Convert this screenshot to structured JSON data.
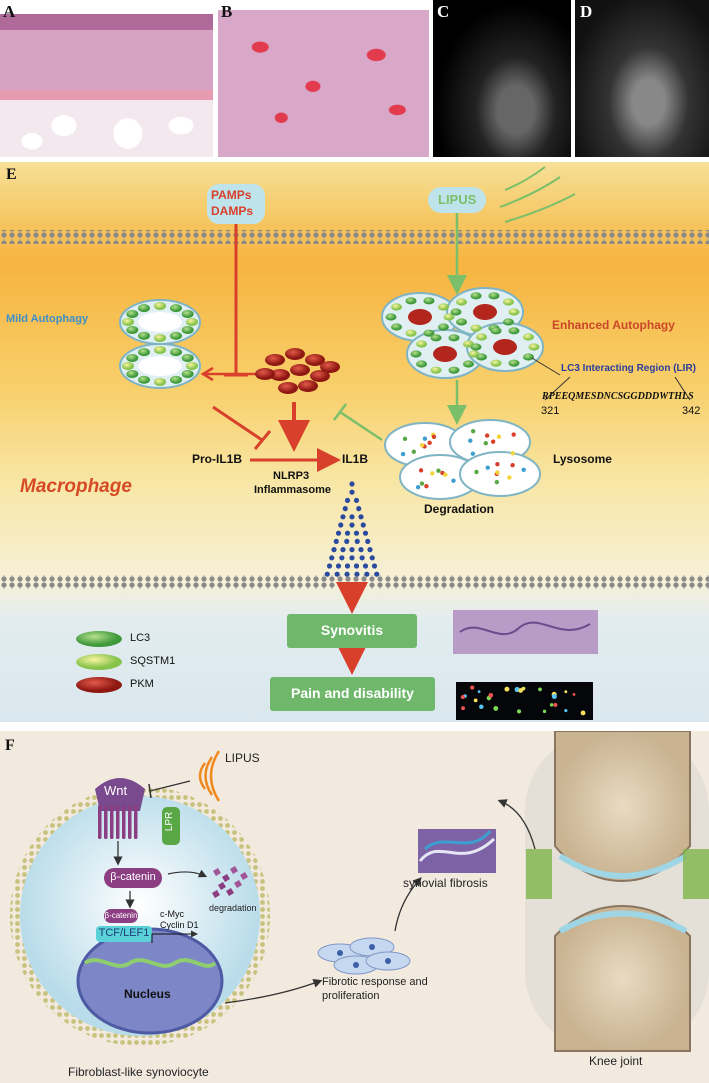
{
  "panels": {
    "a": "A",
    "b": "B",
    "c": "C",
    "d": "D",
    "e": "E",
    "f": "F"
  },
  "e": {
    "pamps": "PAMPs",
    "damps": "DAMPs",
    "lipus": "LIPUS",
    "mild_autophagy": "Mild Autophagy",
    "enhanced_autophagy": "Enhanced Autophagy",
    "lir": "LC3 Interacting Region (LIR)",
    "sequence": "RPEEQMESDNCSGGDDDWTHLS",
    "seq_start": "321",
    "seq_end": "342",
    "pro_il1b": "Pro-IL1B",
    "il1b": "IL1B",
    "nlrp3_line1": "NLRP3",
    "nlrp3_line2": "Inflammasome",
    "lysosome": "Lysosome",
    "degradation": "Degradation",
    "macrophage": "Macrophage",
    "legend": {
      "lc3": "LC3",
      "sqstm1": "SQSTM1",
      "pkm": "PKM"
    },
    "synovitis": "Synovitis",
    "pain": "Pain and disability"
  },
  "f": {
    "lipus": "LIPUS",
    "wnt": "Wnt",
    "lpr": "LPR",
    "beta_catenin": "β-catenin",
    "degradation": "degradation",
    "beta_catenin_small": "β-catenin",
    "tcf": "TCF/LEF1",
    "cmyc": "c-Myc",
    "cyclin": "Cyclin D1",
    "nucleus": "Nucleus",
    "fibrotic_line1": "Fibrotic response and",
    "fibrotic_line2": "proliferation",
    "synovial_fibrosis": "synovial fibrosis",
    "knee": "Knee joint",
    "cell": "Fibroblast-like synoviocyte"
  },
  "colors": {
    "red_arrow": "#d8402c",
    "green_arrow": "#7bbf6a",
    "box_green": "#6fb86b",
    "macrophage_text": "#d64b25",
    "mild_text": "#3e8fc6",
    "enhanced_text": "#c9472a",
    "lir_text": "#2a3d9e"
  }
}
